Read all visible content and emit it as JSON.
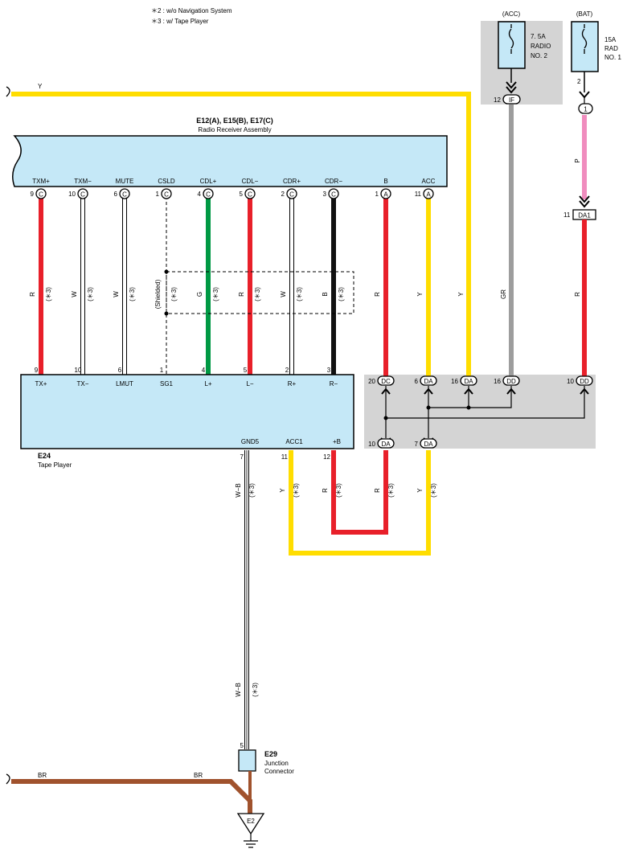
{
  "notes": [
    "＊2 : w/o Navigation System",
    "＊3 : w/ Tape Player"
  ],
  "fuses": {
    "acc": {
      "header": "(ACC)",
      "rating": "7. 5A",
      "name1": "RADIO",
      "name2": "NO. 2",
      "pin": "12",
      "conn": "IF"
    },
    "bat": {
      "header": "(BAT)",
      "rating": "15A",
      "name1": "RAD",
      "name2": "NO. 1",
      "pin": "2",
      "inline_conn": "1",
      "junction_pin": "11",
      "junction": "DA1"
    }
  },
  "receiver": {
    "codes": "E12(A), E15(B), E17(C)",
    "name": "Radio Receiver Assembly",
    "pins": [
      {
        "label": "TXM+",
        "num": "9",
        "conn": "C"
      },
      {
        "label": "TXM−",
        "num": "10",
        "conn": "C"
      },
      {
        "label": "MUTE",
        "num": "6",
        "conn": "C"
      },
      {
        "label": "CSLD",
        "num": "1",
        "conn": "C"
      },
      {
        "label": "CDL+",
        "num": "4",
        "conn": "C"
      },
      {
        "label": "CDL−",
        "num": "5",
        "conn": "C"
      },
      {
        "label": "CDR+",
        "num": "2",
        "conn": "C"
      },
      {
        "label": "CDR−",
        "num": "3",
        "conn": "C"
      },
      {
        "label": "B",
        "num": "1",
        "conn": "A"
      },
      {
        "label": "ACC",
        "num": "11",
        "conn": "A"
      }
    ]
  },
  "wires": {
    "upper": [
      "R",
      "W",
      "W",
      "(Shielded)",
      "G",
      "R",
      "W",
      "B",
      "R",
      "Y",
      "Y",
      "GR",
      "R"
    ],
    "note3": "(＊3)",
    "y_top": "Y",
    "p": "P",
    "lower": [
      "W−B",
      "Y",
      "R",
      "R",
      "Y"
    ],
    "ground": "W−B",
    "br": "BR"
  },
  "tape_player": {
    "code": "E24",
    "name": "Tape Player",
    "top_pins": [
      {
        "label": "TX+",
        "num": "9"
      },
      {
        "label": "TX−",
        "num": "10"
      },
      {
        "label": "LMUT",
        "num": "6"
      },
      {
        "label": "SG1",
        "num": "1"
      },
      {
        "label": "L+",
        "num": "4"
      },
      {
        "label": "L−",
        "num": "5"
      },
      {
        "label": "R+",
        "num": "2"
      },
      {
        "label": "R−",
        "num": "3"
      }
    ],
    "bottom_pins": [
      {
        "label": "GND5",
        "num": "7"
      },
      {
        "label": "ACC1",
        "num": "11"
      },
      {
        "label": "+B",
        "num": "12"
      }
    ]
  },
  "junctions": {
    "top": [
      {
        "num": "20",
        "conn": "DC"
      },
      {
        "num": "6",
        "conn": "DA"
      },
      {
        "num": "16",
        "conn": "DA"
      },
      {
        "num": "16",
        "conn": "DD"
      },
      {
        "num": "10",
        "conn": "DD"
      }
    ],
    "bottom": [
      {
        "num": "10",
        "conn": "DA"
      },
      {
        "num": "7",
        "conn": "DA"
      }
    ]
  },
  "junction_connector": {
    "code": "E29",
    "name1": "Junction",
    "name2": "Connector",
    "pin": "5"
  },
  "ground": {
    "label": "E2"
  },
  "colors": {
    "red": "#e8202a",
    "yellow": "#ffdd00",
    "green": "#009944",
    "gray": "#9d9d9d",
    "pink": "#f08cbe",
    "brown": "#a0522d",
    "box_blue": "#c5e8f7",
    "shade": "#d4d4d4"
  }
}
